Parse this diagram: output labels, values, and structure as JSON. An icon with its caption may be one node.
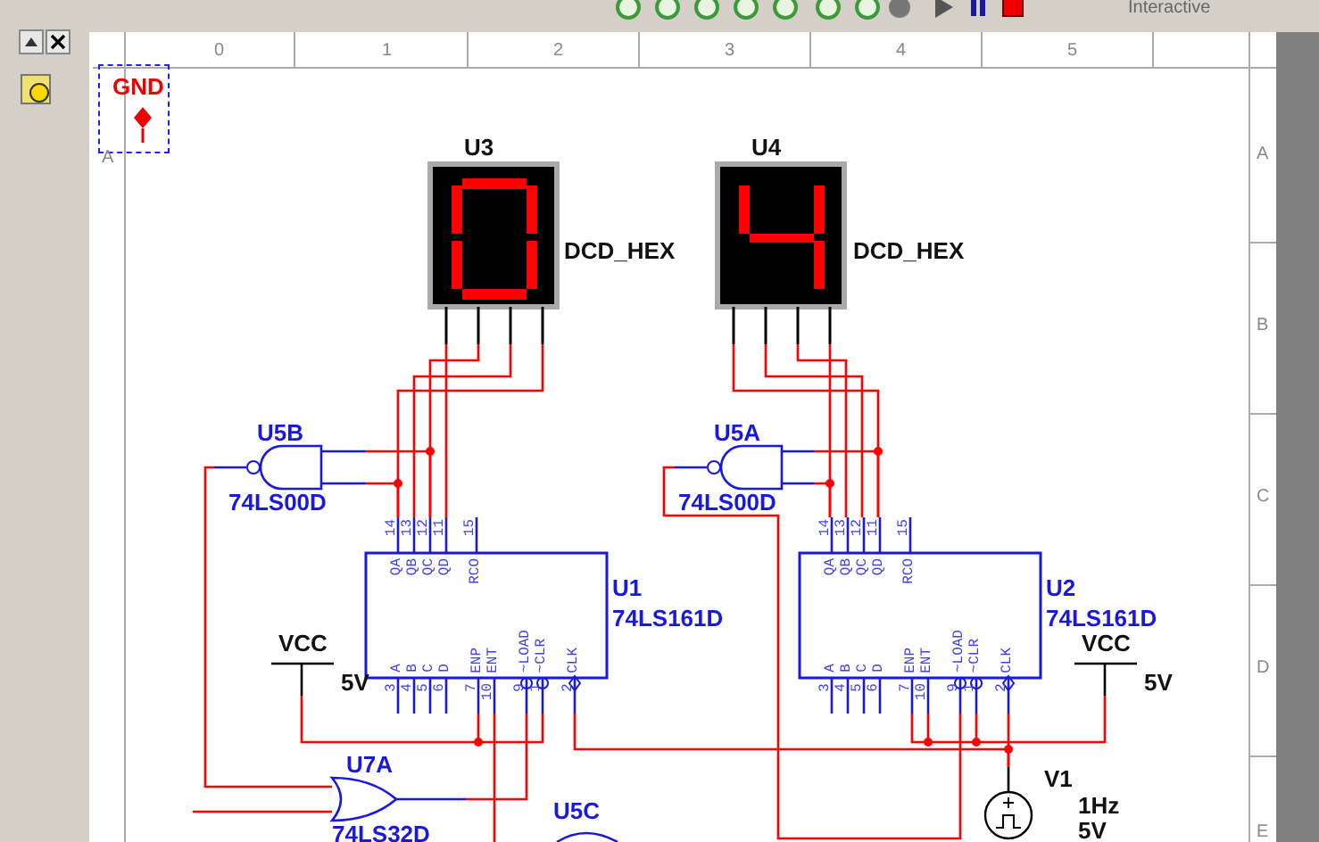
{
  "diagram": {
    "nodes": [
      {
        "text": [
          "GND"
        ]
      },
      {
        "text": [
          "U3",
          "DCD_HEX"
        ]
      },
      {
        "text": [
          "U4",
          "DCD_HEX"
        ]
      },
      {
        "text": [
          "U5B",
          "74LS00D"
        ]
      },
      {
        "text": [
          "U5A",
          "74LS00D"
        ]
      },
      {
        "text": [
          "U1",
          "74LS161D"
        ]
      },
      {
        "text": [
          "U2",
          "74LS161D"
        ]
      },
      {
        "text": [
          "VCC"
        ],
        "beside": [
          "5V"
        ]
      },
      {
        "text": [
          "VCC"
        ],
        "beside": [
          "5V"
        ]
      },
      {
        "text": [
          "U7A",
          "74LS32D"
        ]
      },
      {
        "text": [
          "U5C"
        ]
      },
      {
        "text": [
          "V1"
        ],
        "beside": [
          "1Hz",
          "5V"
        ]
      }
    ],
    "edges": [
      {
        "from": 5,
        "to": 1,
        "arrow": "none"
      },
      {
        "from": 5,
        "to": 1,
        "arrow": "none"
      },
      {
        "from": 5,
        "to": 1,
        "arrow": "none"
      },
      {
        "from": 5,
        "to": 1,
        "arrow": "none"
      },
      {
        "from": 6,
        "to": 2,
        "arrow": "none"
      },
      {
        "from": 6,
        "to": 2,
        "arrow": "none"
      },
      {
        "from": 6,
        "to": 2,
        "arrow": "none"
      },
      {
        "from": 6,
        "to": 2,
        "arrow": "none"
      },
      {
        "from": 3,
        "to": 5,
        "arrow": "none"
      },
      {
        "from": 3,
        "to": 5,
        "arrow": "none"
      },
      {
        "from": 4,
        "to": 6,
        "arrow": "none"
      },
      {
        "from": 4,
        "to": 6,
        "arrow": "none"
      },
      {
        "from": 3,
        "to": 9,
        "arrow": "none"
      },
      {
        "from": 9,
        "to": 5,
        "arrow": "none"
      },
      {
        "from": 7,
        "to": 5,
        "arrow": "none"
      },
      {
        "from": 4,
        "to": 6,
        "arrow": "none"
      },
      {
        "from": 5,
        "to": null,
        "arrow": "none"
      },
      {
        "from": 11,
        "to": 6,
        "arrow": "none"
      },
      {
        "from": 5,
        "to": 11,
        "arrow": "none"
      },
      {
        "from": 8,
        "to": 6,
        "arrow": "none"
      },
      {
        "from": null,
        "to": 9,
        "arrow": "none"
      }
    ],
    "labels": [
      "Interactive",
      "0",
      "1",
      "2",
      "3",
      "4",
      "5",
      "A",
      "A",
      "B",
      "C",
      "D",
      "E",
      "14",
      "13",
      "12",
      "11",
      "15",
      "QA",
      "QB",
      "QC",
      "QD",
      "RCO",
      "A",
      "B",
      "C",
      "D",
      "ENP",
      "ENT",
      "~LOAD",
      "~CLR",
      "CLK",
      "3",
      "4",
      "5",
      "6",
      "7",
      "10",
      "9",
      "1",
      "2",
      "14",
      "13",
      "12",
      "11",
      "15",
      "QA",
      "QB",
      "QC",
      "QD",
      "RCO",
      "A",
      "B",
      "C",
      "D",
      "ENP",
      "ENT",
      "~LOAD",
      "~CLR",
      "CLK",
      "3",
      "4",
      "5",
      "6",
      "7",
      "10",
      "9",
      "1",
      "2"
    ]
  }
}
